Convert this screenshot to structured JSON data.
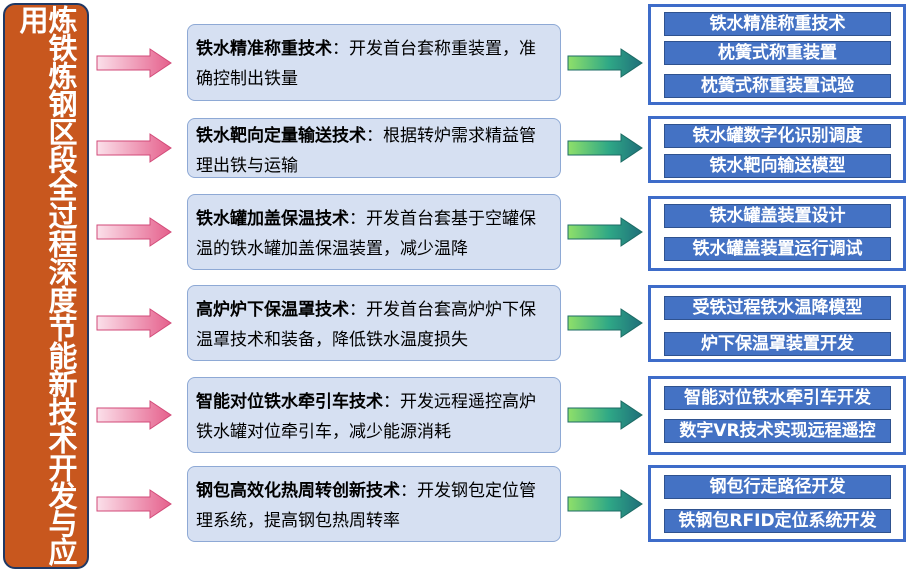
{
  "main_title": "炼铁炼钢区段全过程深度节能新技术开发与应用",
  "rows": [
    {
      "tech_title": "铁水精准称重技术",
      "tech_desc": "：开发首台套称重装置，准确控制出铁量",
      "results": [
        "铁水精准称重技术",
        "枕簧式称重装置",
        "枕簧式称重装置试验"
      ]
    },
    {
      "tech_title": "铁水靶向定量输送技术",
      "tech_desc": "：根据转炉需求精益管理出铁与运输",
      "results": [
        "铁水罐数字化识别调度",
        "铁水靶向输送模型"
      ]
    },
    {
      "tech_title": "铁水罐加盖保温技术",
      "tech_desc": "：开发首台套基于空罐保温的铁水罐加盖保温装置，减少温降",
      "results": [
        "铁水罐盖装置设计",
        "铁水罐盖装置运行调试"
      ]
    },
    {
      "tech_title": "高炉炉下保温罩技术",
      "tech_desc": "：开发首台套高炉炉下保温罩技术和装备，降低铁水温度损失",
      "results": [
        "受铁过程铁水温降模型",
        "炉下保温罩装置开发"
      ]
    },
    {
      "tech_title": "智能对位铁水牵引车技术",
      "tech_desc": "：开发远程遥控高炉铁水罐对位牵引车，减少能源消耗",
      "results": [
        "智能对位铁水牵引车开发",
        "数字VR技术实现远程遥控"
      ]
    },
    {
      "tech_title": "钢包高效化热周转创新技术",
      "tech_desc": "：开发钢包定位管理系统，提高钢包热周转率",
      "results": [
        "钢包行走路径开发",
        "铁钢包RFID定位系统开发"
      ]
    }
  ],
  "colors": {
    "title_bg": "#c8571e",
    "tech_box_bg": "#d6e0f2",
    "result_item_bg": "#4472c4",
    "result_border": "#3e6cc9",
    "pink_arrow": "#e8759a",
    "green_arrow": "#2e9a88"
  }
}
